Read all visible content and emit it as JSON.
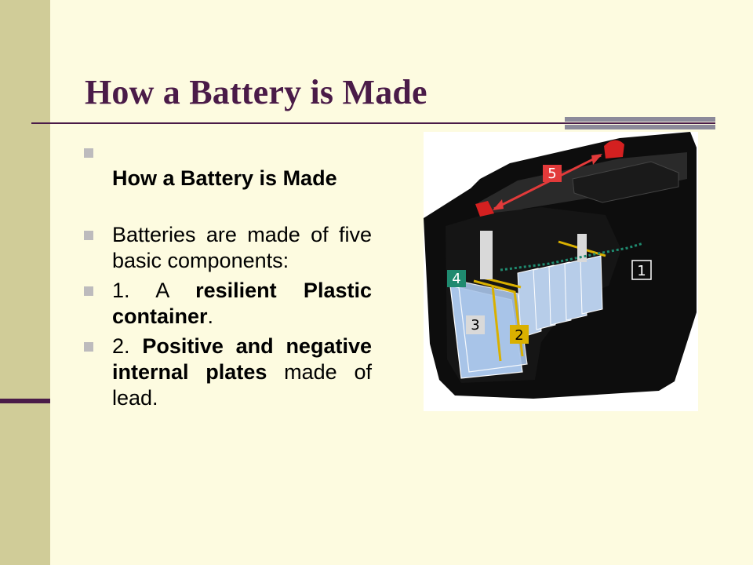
{
  "slide": {
    "title": "How a Battery is Made",
    "bullets": [
      {
        "text": "How a Battery is Made"
      },
      {
        "text": "Batteries are made of five basic components:"
      },
      {
        "prefix": "1.   A ",
        "bold": "resilient Plastic container",
        "suffix": "."
      },
      {
        "prefix": "2. ",
        "bold": "Positive and negative internal plates",
        "suffix": " made of lead."
      }
    ]
  },
  "figure": {
    "callouts": [
      "1",
      "2",
      "3",
      "4",
      "5"
    ],
    "colors": {
      "case": "#0d0d0d",
      "plates": "#a8c4e8",
      "terminal": "#d42020",
      "callout_bg": "#d9d9d9",
      "callout_4_bg": "#1f8a6f",
      "callout_5_bg": "#e23a3a",
      "separator": "#d9b000"
    }
  }
}
